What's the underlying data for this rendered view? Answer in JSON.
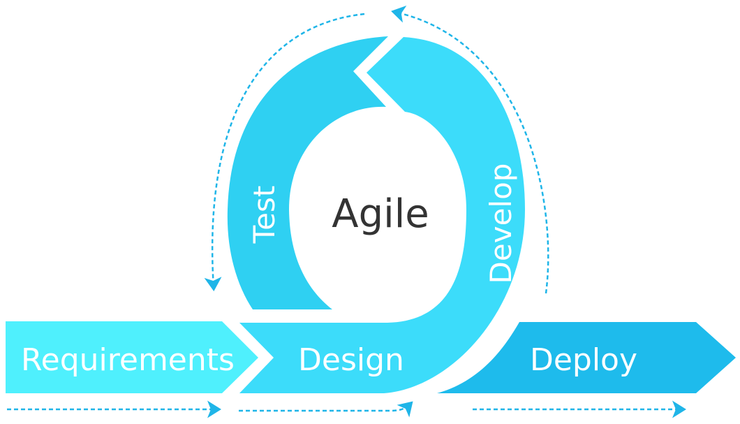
{
  "diagram": {
    "center_label": "Agile",
    "stages": {
      "requirements": "Requirements",
      "design": "Design",
      "develop": "Develop",
      "test": "Test",
      "deploy": "Deploy"
    },
    "colors": {
      "requirements": "#4ff0fd",
      "design": "#3cdcfa",
      "develop": "#3cdcfa",
      "test": "#2fd0f2",
      "deploy": "#1ebbec",
      "arrow": "#1fb5e8",
      "center_text": "#333333"
    }
  }
}
